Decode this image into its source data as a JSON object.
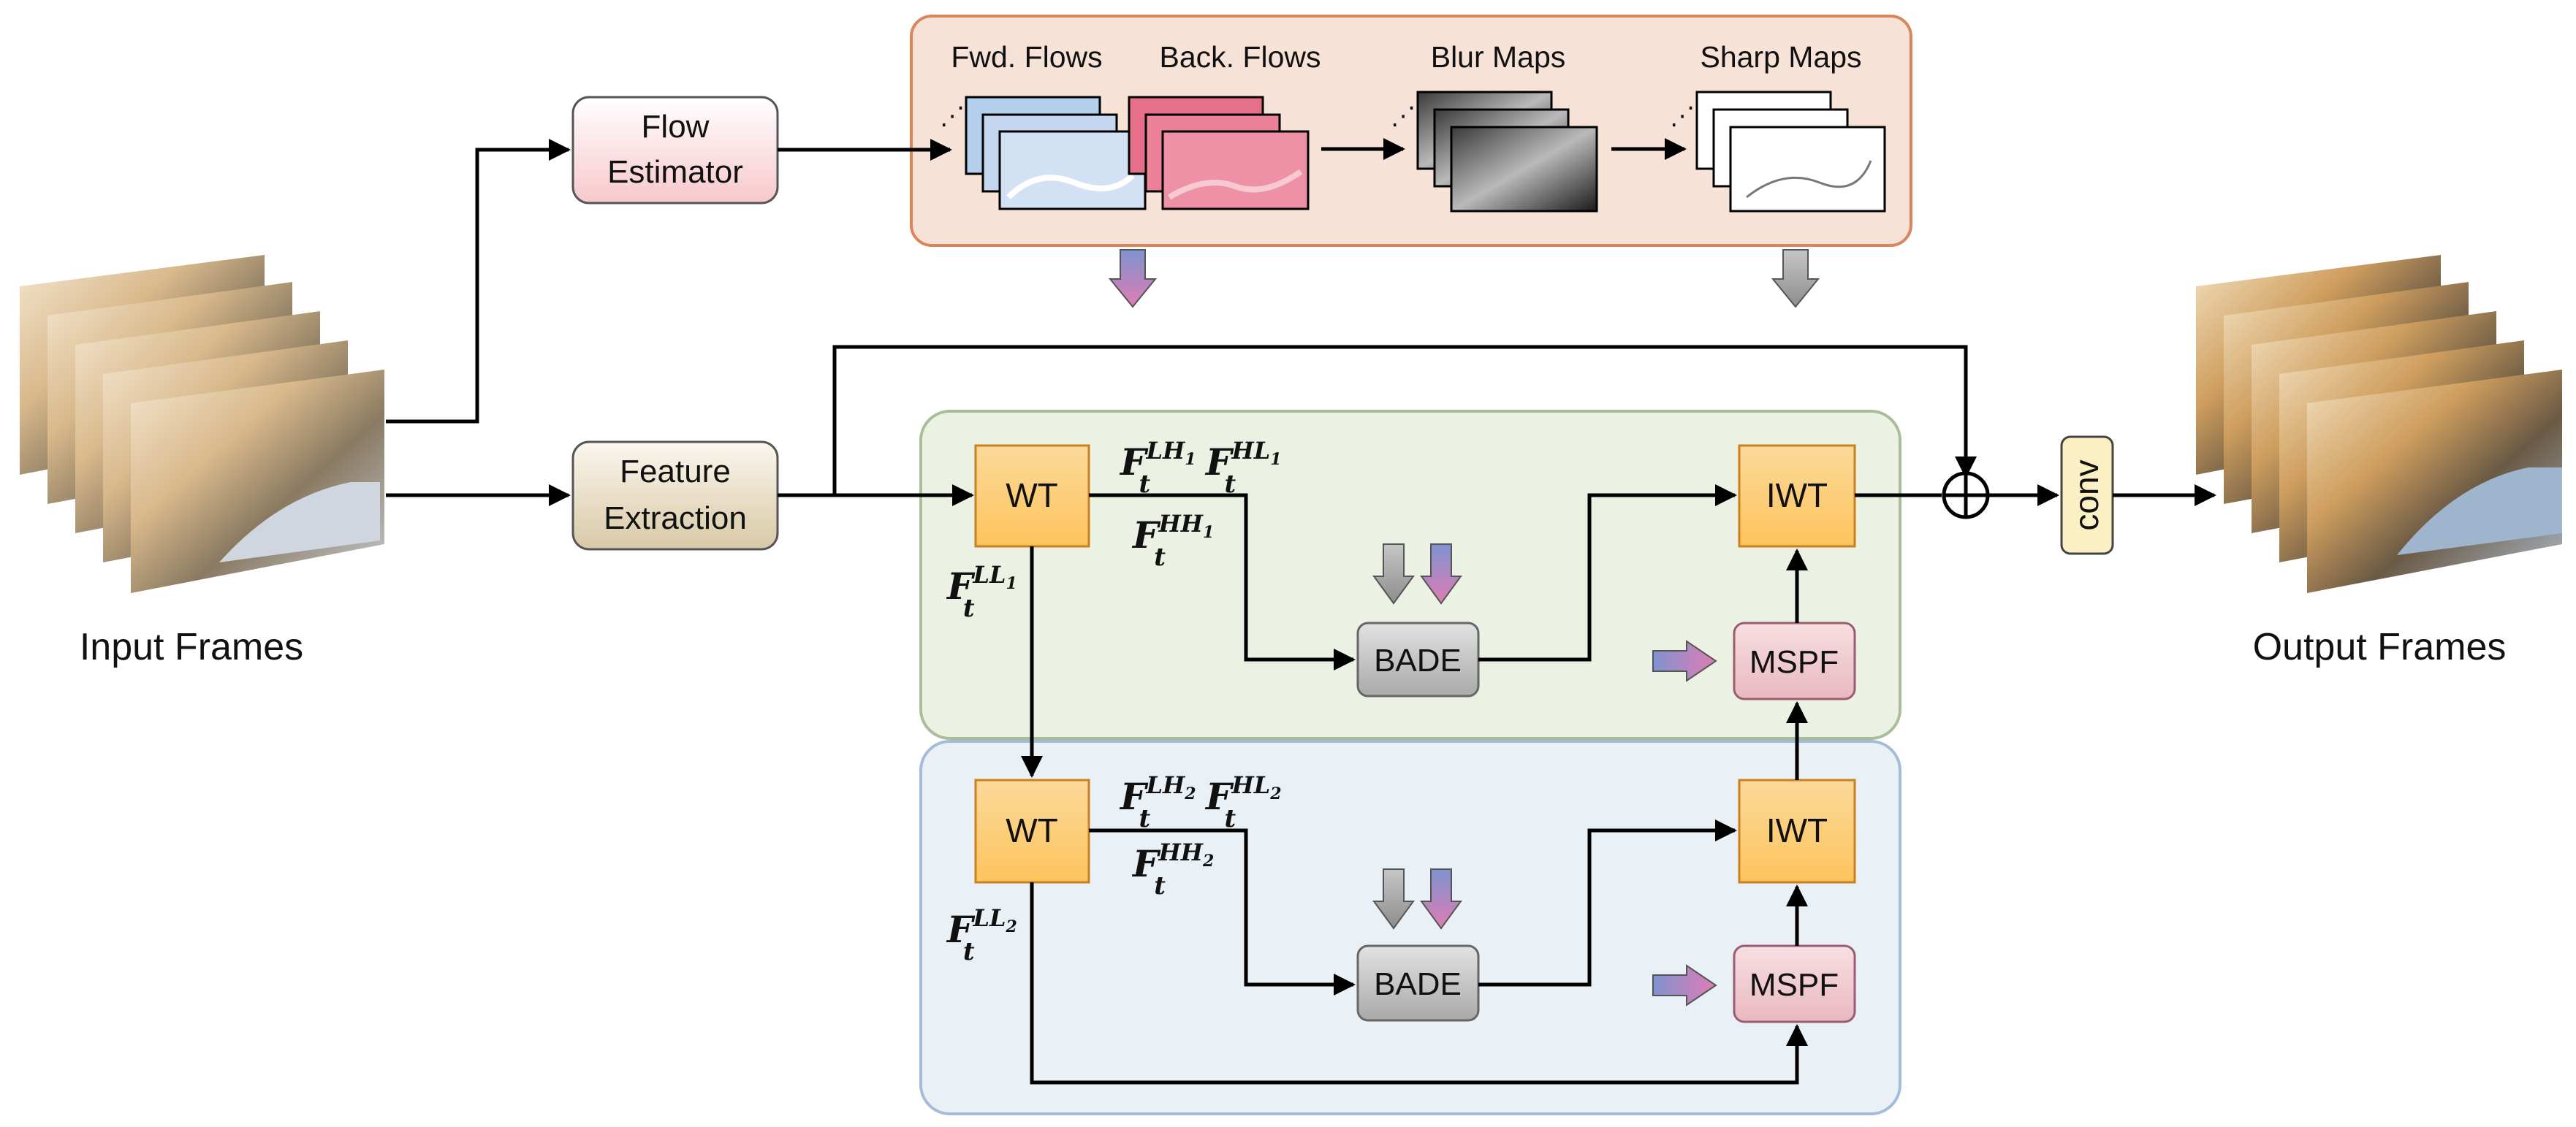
{
  "labels": {
    "input_frames": "Input Frames",
    "output_frames": "Output Frames",
    "flow_estimator_l1": "Flow",
    "flow_estimator_l2": "Estimator",
    "feature_extraction_l1": "Feature",
    "feature_extraction_l2": "Extraction",
    "fwd_flows": "Fwd. Flows",
    "back_flows": "Back. Flows",
    "blur_maps": "Blur Maps",
    "sharp_maps": "Sharp Maps",
    "conv": "conv"
  },
  "level1": {
    "wt": "WT",
    "iwt": "IWT",
    "bade": "BADE",
    "mspf": "MSPF",
    "f_sym": "F",
    "sub_t": "t",
    "lh": "LH",
    "lh_idx": "1",
    "hl": "HL",
    "hl_idx": "1",
    "hh": "HH",
    "hh_idx": "1",
    "ll": "LL",
    "ll_idx": "1"
  },
  "level2": {
    "wt": "WT",
    "iwt": "IWT",
    "bade": "BADE",
    "mspf": "MSPF",
    "f_sym": "F",
    "sub_t": "t",
    "lh": "LH",
    "lh_idx": "2",
    "hl": "HL",
    "hl_idx": "2",
    "hh": "HH",
    "hh_idx": "2",
    "ll": "LL",
    "ll_idx": "2"
  },
  "colors": {
    "flow_panel_fill": "#f6e2d6",
    "flow_panel_stroke": "#d9865c",
    "level1_fill": "#ecf2e3",
    "level1_stroke": "#a9bd98",
    "level2_fill": "#eaf1f6",
    "level2_stroke": "#a3bcd7",
    "wt_fill": "#fccd77",
    "mspf_fill": "#edc7cd",
    "bade_fill": "#c8c8c8",
    "conv_fill": "#fbf0c4",
    "fwd_flow": "#b4cfec",
    "back_flow": "#e6708a",
    "pink_arrow": "#cc6fae",
    "gray_arrow": "#a8a8a8"
  }
}
